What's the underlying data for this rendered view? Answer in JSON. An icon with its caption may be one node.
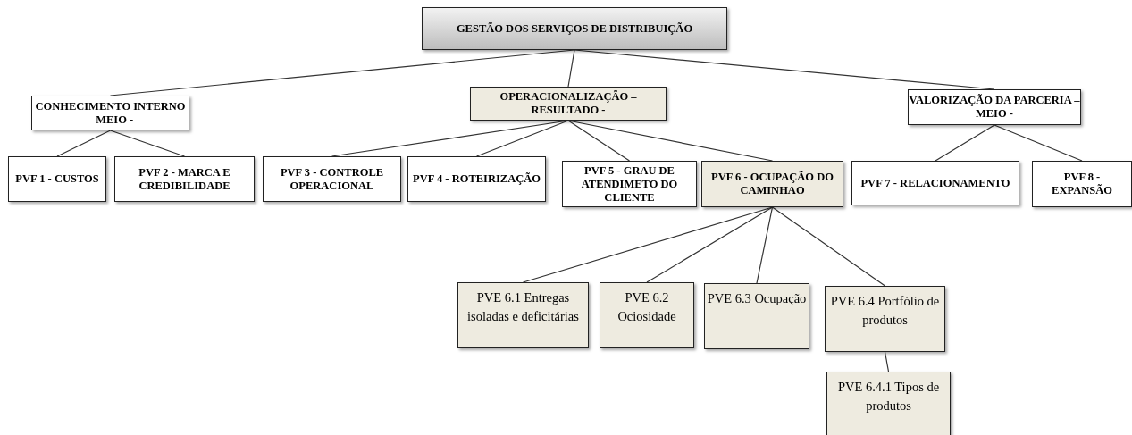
{
  "diagram": {
    "nodes": [
      {
        "text": [
          "GESTÃO DOS SERVIÇOS DE DISTRIBUIÇÃO"
        ]
      },
      {
        "text": [
          "CONHECIMENTO INTERNO – MEIO -"
        ]
      },
      {
        "text": [
          "OPERACIONALIZAÇÃO – RESULTADO -"
        ]
      },
      {
        "text": [
          "VALORIZAÇÃO DA PARCERIA – MEIO -"
        ]
      },
      {
        "text": [
          "PVF 1 - CUSTOS"
        ]
      },
      {
        "text": [
          "PVF 2 - MARCA E CREDIBILIDADE"
        ]
      },
      {
        "text": [
          "PVF 3 - CONTROLE OPERACIONAL"
        ]
      },
      {
        "text": [
          "PVF 4 - ROTEIRIZAÇÃO"
        ]
      },
      {
        "text": [
          "PVF 5 - GRAU DE ATENDIMETO DO CLIENTE"
        ]
      },
      {
        "text": [
          "PVF 6 - OCUPAÇÃO DO CAMINHAO"
        ]
      },
      {
        "text": [
          "PVF 7 - RELACIONAMENTO"
        ]
      },
      {
        "text": [
          "PVF 8 - EXPANSÃO"
        ]
      },
      {
        "text": [
          "PVE 6.1 Entregas isoladas e deficitárias"
        ]
      },
      {
        "text": [
          "PVE 6.2 Ociosidade"
        ]
      },
      {
        "text": [
          "PVE 6.3 Ocupação"
        ]
      },
      {
        "text": [
          "PVE 6.4 Portfólio de produtos"
        ]
      },
      {
        "text": [
          "PVE 6.4.1 Tipos de produtos"
        ]
      }
    ],
    "edges": [
      {
        "from": 0,
        "to": 1,
        "arrow": "none"
      },
      {
        "from": 0,
        "to": 2,
        "arrow": "none"
      },
      {
        "from": 0,
        "to": 3,
        "arrow": "none"
      },
      {
        "from": 1,
        "to": 4,
        "arrow": "none"
      },
      {
        "from": 1,
        "to": 5,
        "arrow": "none"
      },
      {
        "from": 2,
        "to": 6,
        "arrow": "none"
      },
      {
        "from": 2,
        "to": 7,
        "arrow": "none"
      },
      {
        "from": 2,
        "to": 8,
        "arrow": "none"
      },
      {
        "from": 2,
        "to": 9,
        "arrow": "none"
      },
      {
        "from": 3,
        "to": 10,
        "arrow": "none"
      },
      {
        "from": 3,
        "to": 11,
        "arrow": "none"
      },
      {
        "from": 9,
        "to": 12,
        "arrow": "none"
      },
      {
        "from": 9,
        "to": 13,
        "arrow": "none"
      },
      {
        "from": 9,
        "to": 14,
        "arrow": "none"
      },
      {
        "from": 9,
        "to": 15,
        "arrow": "none"
      },
      {
        "from": 15,
        "to": 16,
        "arrow": "none"
      }
    ]
  }
}
